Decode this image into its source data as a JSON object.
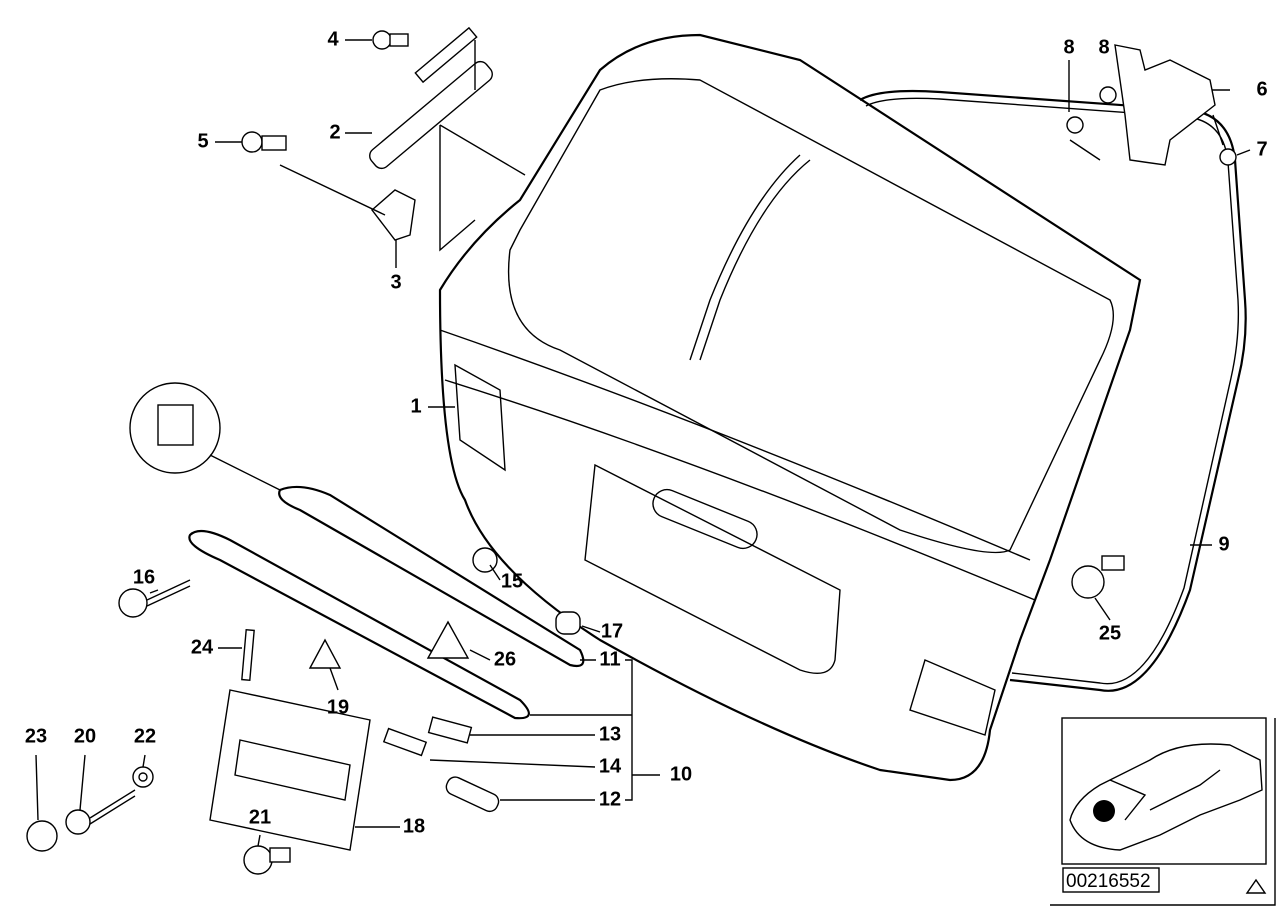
{
  "diagram": {
    "labels": {
      "p1": "1",
      "p2": "2",
      "p3": "3",
      "p4": "4",
      "p5": "5",
      "p6": "6",
      "p7": "7",
      "p8a": "8",
      "p8b": "8",
      "p9": "9",
      "p10": "10",
      "p11": "11",
      "p12": "12",
      "p13": "13",
      "p14": "14",
      "p15": "15",
      "p16": "16",
      "p17": "17",
      "p18": "18",
      "p19": "19",
      "p20": "20",
      "p21": "21",
      "p22": "22",
      "p23": "23",
      "p24": "24",
      "p25": "25",
      "p26": "26"
    },
    "diagram_number": "00216552"
  }
}
